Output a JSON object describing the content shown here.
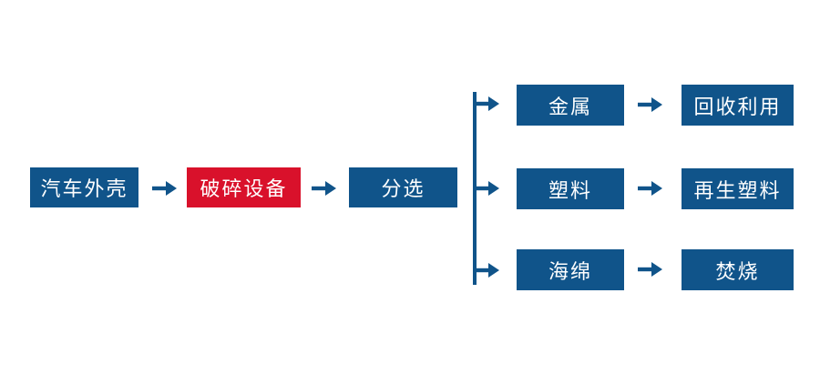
{
  "diagram": {
    "type": "process-flowchart",
    "colors": {
      "box_blue": "#10548a",
      "box_red": "#d9112b",
      "arrow_blue": "#10548a",
      "connector_blue": "#10548a",
      "text": "#ffffff",
      "background": "#ffffff"
    },
    "main_flow": [
      {
        "label": "汽车外壳",
        "style": "blue"
      },
      {
        "label": "破碎设备",
        "style": "red"
      },
      {
        "label": "分选",
        "style": "blue"
      }
    ],
    "branches": [
      {
        "material": "金属",
        "outcome": "回收利用"
      },
      {
        "material": "塑料",
        "outcome": "再生塑料"
      },
      {
        "material": "海绵",
        "outcome": "焚烧"
      }
    ]
  }
}
